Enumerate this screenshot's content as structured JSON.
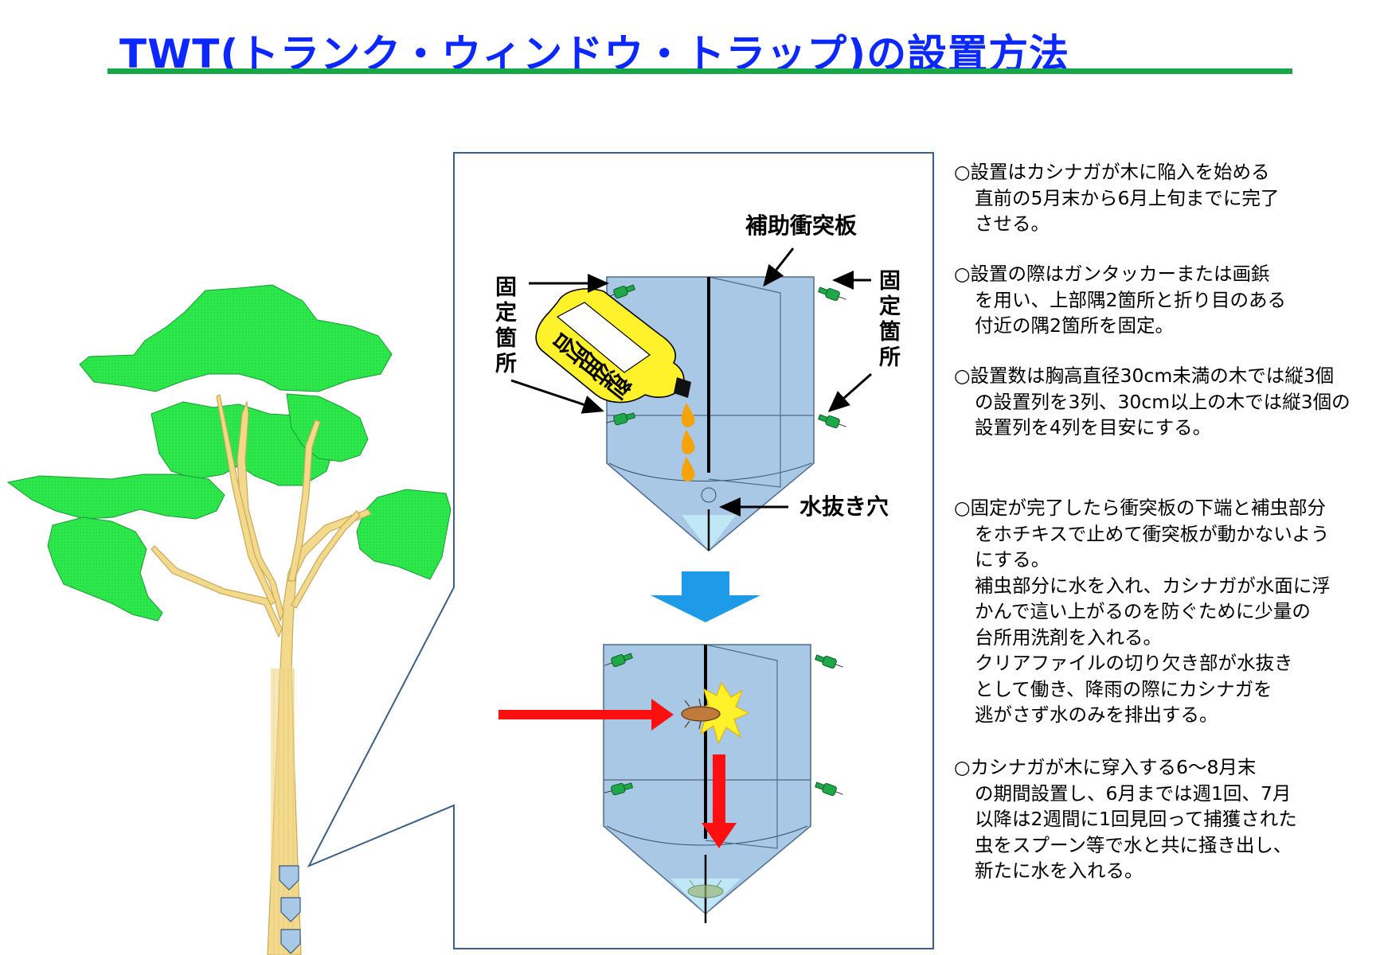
{
  "title": "TWT(トランク・ウィンドウ・トラップ)の設置方法",
  "diagram_labels": {
    "hojo_shototsuban": "補助衝突板",
    "kotei_left": [
      "固",
      "定",
      "箇",
      "所"
    ],
    "kotei_right": [
      "固",
      "定",
      "箇",
      "所"
    ],
    "mizunuki_ana": "水抜き穴",
    "detergent_bottle": [
      "台",
      "所",
      "用",
      "洗",
      "剤"
    ]
  },
  "notes": [
    {
      "lines": [
        "○設置はカシナガが木に陥入を始める",
        "直前の5月末から6月上旬までに完了",
        "させる。"
      ]
    },
    {
      "lines": [
        "○設置の際はガンタッカーまたは画鋲",
        "を用い、上部隅2箇所と折り目のある",
        "付近の隅2箇所を固定。"
      ]
    },
    {
      "lines": [
        "○設置数は胸高直径30cm未満の木では縦3個",
        "の設置列を3列、30cm以上の木では縦3個の",
        "設置列を4列を目安にする。"
      ]
    },
    {
      "lines": [
        "○固定が完了したら衝突板の下端と補虫部分",
        "をホチキスで止めて衝突板が動かないよう",
        "にする。",
        "補虫部分に水を入れ、カシナガが水面に浮",
        "かんで這い上がるのを防ぐために少量の",
        "台所用洗剤を入れる。",
        "クリアファイルの切り欠き部が水抜き",
        "として働き、降雨の際にカシナガを",
        "逃がさず水のみを排出する。"
      ]
    },
    {
      "lines": [
        "○カシナガが木に穿入する6～8月末",
        "の期間設置し、6月までは週1回、7月",
        "以降は2週間に1回見回って捕獲された",
        "虫をスプーン等で水と共に掻き出し、",
        "新たに水を入れる。"
      ]
    }
  ],
  "colors": {
    "title": "#0a28ff",
    "rule": "#18a84a",
    "leaf": "#2ce84a",
    "trunk": "#f3d98b",
    "trap": "#a9c8e6",
    "arrow_red": "#ff1010",
    "arrow_blue": "#1e9be8",
    "pin": "#1fa84a"
  }
}
